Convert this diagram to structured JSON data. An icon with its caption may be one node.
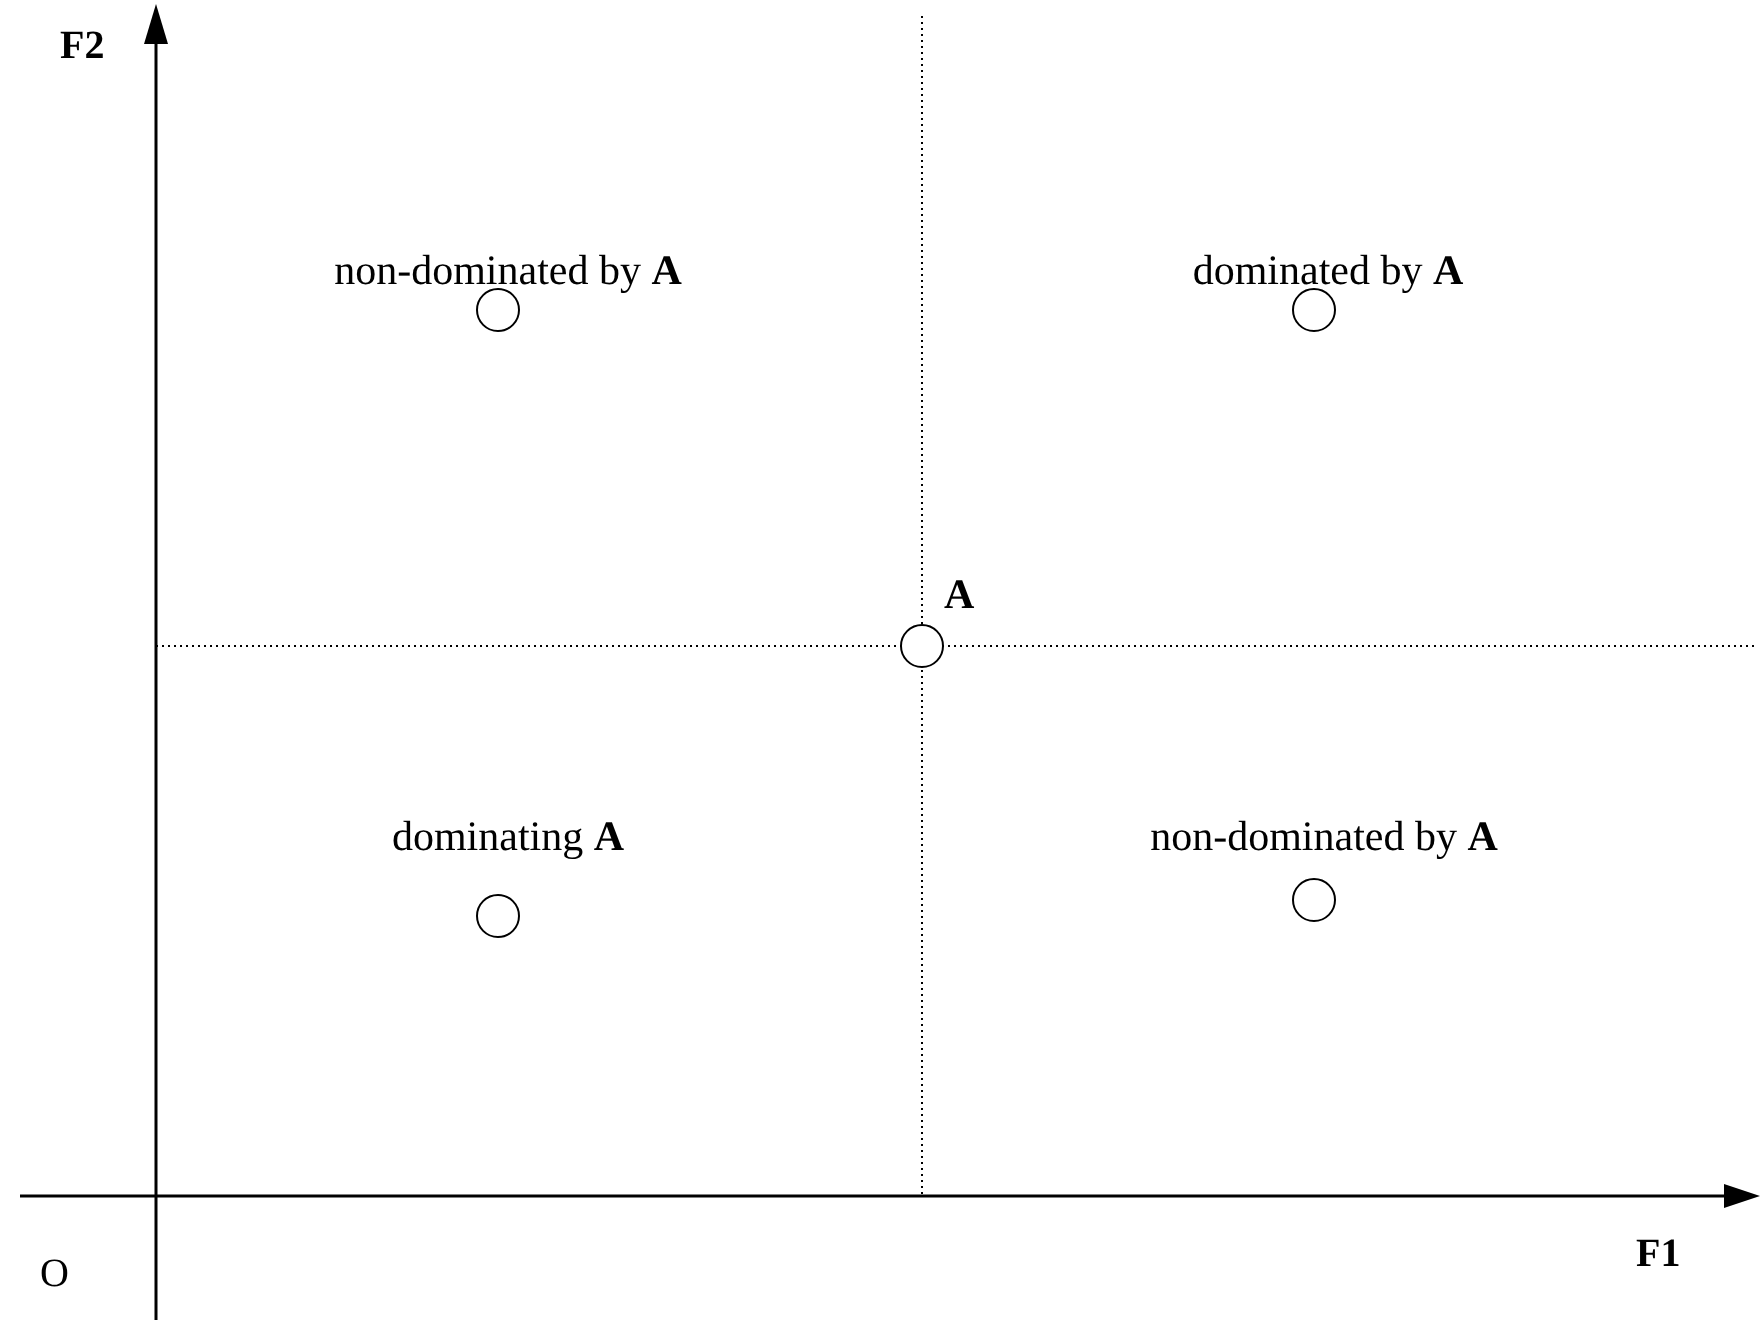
{
  "diagram": {
    "nodes": [
      {
        "text": [],
        "shape": "circle",
        "beside": [
          "non-dominated by **A**"
        ]
      },
      {
        "text": [],
        "shape": "circle",
        "beside": [
          "dominated by **A**"
        ]
      },
      {
        "text": [],
        "shape": "circle",
        "beside": [
          "A"
        ]
      },
      {
        "text": [],
        "shape": "circle",
        "beside": [
          "dominating **A**"
        ]
      },
      {
        "text": [],
        "shape": "circle",
        "beside": [
          "non-dominated by **A**"
        ]
      }
    ],
    "edges": [],
    "labels": [
      "F2",
      "O",
      "F1"
    ]
  }
}
